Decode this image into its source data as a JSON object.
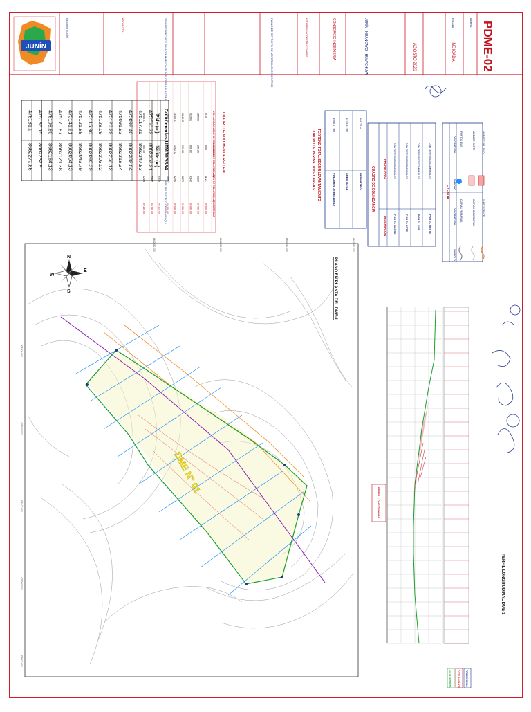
{
  "sheet_code": "PDME-02",
  "logo_text": "JUNÍN",
  "title_block": {
    "region": "REGIÓN JUNÍN",
    "name_label": "ESTHEFANY CONSTRUCCIONES",
    "project_desc": "TRANSFERENCIA DE ALMACENAMIENTO DE SUELOS PARA LA CREACIÓN DEL SERVICIO DE DISPOSICIÓN FINAL DE MATERIAL EXCEDENTE DEL DISTRITO DE PICHANAQUI",
    "plan_title": "PLANO DE DEPÓSITO DE MATERIAL EXCEDENTE 02",
    "scale_label": "ESCALA",
    "scale_value": "INDICADA",
    "date": "AGOSTO 2020",
    "lamina_label": "LÁMINA",
    "ubicacion": "JUNÍN - HUANCAYO - HUAYCHUYA",
    "consultor": "CONSORCIO INGENIERIA"
  },
  "coords_table": {
    "headers": [
      "Coordenadas UTM WGS84",
      "Este (m)",
      "Norte (m)"
    ],
    "rows": [
      [
        "475160.72",
        "8662357.21"
      ],
      [
        "475117.21",
        "8662347.83"
      ],
      [
        "475092.46",
        "8662332.64"
      ],
      [
        "475091.93",
        "8662318.34"
      ],
      [
        "475123.29",
        "8662258.12"
      ],
      [
        "475128.09",
        "8662203.02"
      ],
      [
        "475115.96",
        "8662090.39"
      ],
      [
        "475121.88",
        "8662043.79"
      ],
      [
        "475141.91",
        "8662054.13"
      ],
      [
        "475170.87",
        "8662121.38"
      ],
      [
        "475198.59",
        "8662164.13"
      ],
      [
        "475186.15",
        "8662232.9"
      ],
      [
        "475181.9",
        "8662270.65"
      ]
    ]
  },
  "volume_table": {
    "title": "CUADRO DE VOLUMEN DE RELLENO",
    "headers": [
      "PROGRESIVA",
      "AREA DE RELLENO(m2)",
      "VOLUMEN DE RELLENO(m3)",
      "VOL. ACUMULABLE DE RELLENO(m3)"
    ],
    "rows": [
      [
        "0+000.00",
        "11.21",
        "0.00",
        "0.00"
      ],
      [
        "0+020.00",
        "23.24",
        "256.38",
        "256.38"
      ],
      [
        "0+040.00",
        "43.42",
        "666.62",
        "923.01"
      ],
      [
        "0+060.00",
        "48.75",
        "921.64",
        "1844.65"
      ],
      [
        "0+080.00",
        "82.91",
        "1262.02",
        "3106.67"
      ],
      [
        "0+100.00",
        "106.42",
        "1893.35",
        "4990.06"
      ],
      [
        "0+120.00",
        "83.99",
        "1506.91",
        "6678.07"
      ],
      [
        "0+140.00",
        "79.27",
        "1742.82",
        "8420.89"
      ],
      [
        "0+160.00",
        "42.83",
        "565.49",
        "8986.07"
      ]
    ]
  },
  "perimeter_table": {
    "title": "CUADRO DE PERIMETROS Y AREAS TERRENO TOTAL SEGUN LEVANTAMIENTO",
    "rows": [
      [
        "VOLUMEN DE RELLENO",
        "8986.07 m3"
      ],
      [
        "AREA TOTAL",
        "6274.61 m2"
      ],
      [
        "PERIMETRO",
        "368.76 m"
      ]
    ]
  },
  "colindancia_table": {
    "title": "CUADRO DE COLINDANCIA",
    "headers": [
      "DESCRIPCIÓN",
      "PROPIETARIO"
    ],
    "rows": [
      [
        "POR EL NORTE",
        "CON TERRENOS COMUNALES"
      ],
      [
        "POR EL ESTE",
        "CON TERRENOS COMUNALES"
      ],
      [
        "POR EL SUR",
        "CON TERRENOS COMUNALES"
      ],
      [
        "POR EL OESTE",
        "CON TERRENOS COMUNALES"
      ]
    ]
  },
  "legend": {
    "title": "LEYENDA",
    "headers": [
      "SIMBOLO",
      "DESCRIPCIÓN",
      "SIMBOLO",
      "DESCRIPCIÓN"
    ],
    "left": [
      "CURVAS PRIMARIAS",
      "CURVAS SECUNDARIAS",
      "VIA EXISTENTE"
    ],
    "right": [
      "PUNTOS BMS",
      "AREA DE CORTE",
      "AREA DE RELLENO"
    ]
  },
  "map": {
    "title": "PLANO EN PLANTA DEL DME-1",
    "dme_label": "DME N° 01",
    "compass_letters": [
      "N",
      "E",
      "S",
      "W"
    ],
    "grid_labels_top": [
      "8662350.000",
      "8662250.000",
      "8662150.000",
      "8662050.000"
    ],
    "grid_labels_left": [
      "475000.000",
      "475050.000",
      "475100.000",
      "475150.000",
      "475200.000"
    ]
  },
  "profile": {
    "title": "PERFIL LONGITUDINAL DME-1",
    "label_box": "PERFIL LONGITUDINAL",
    "row_labels": [
      "COTA TERRENO",
      "COTA RASANTE",
      "PROGRESIVAS"
    ]
  },
  "colors": {
    "frame_red": "#d11a2a",
    "navy": "#0b1f6b",
    "green_line": "#1a9e2a",
    "purple_line": "#8b1fb5",
    "blue_line": "#1e90ff",
    "orange_line": "#f28c28",
    "contour": "#9a9a9a"
  }
}
